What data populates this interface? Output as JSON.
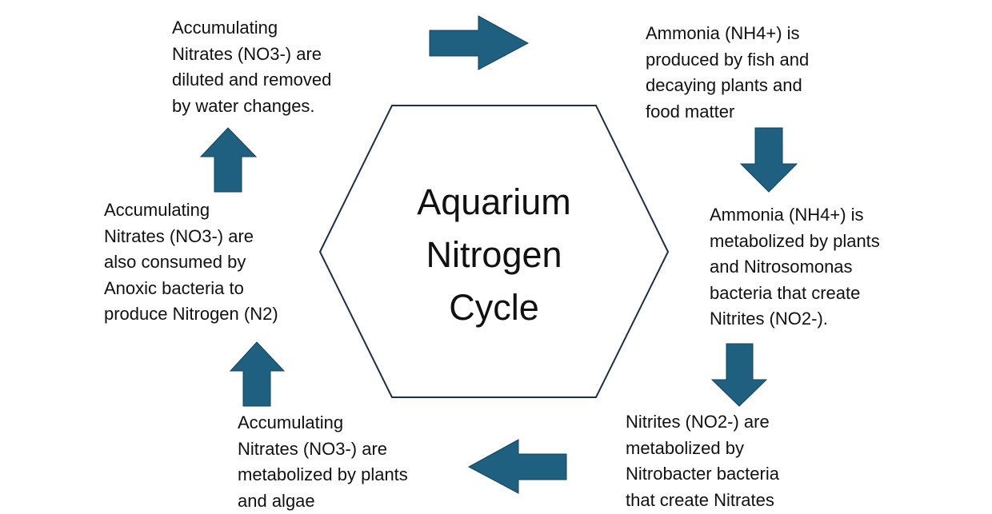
{
  "title": [
    "Aquarium",
    "Nitrogen",
    "Cycle"
  ],
  "arrow_color": "#1f5f7f",
  "steps": [
    {
      "lines": [
        "Ammonia (NH4+) is",
        "produced by fish and",
        "decaying plants and",
        "food matter"
      ]
    },
    {
      "lines": [
        "Ammonia (NH4+) is",
        "metabolized by plants",
        "and Nitrosomonas",
        "bacteria that create",
        "Nitrites (NO2-)."
      ]
    },
    {
      "lines": [
        "Nitrites (NO2-) are",
        "metabolized by",
        "Nitrobacter bacteria",
        "that create Nitrates"
      ]
    },
    {
      "lines": [
        "Accumulating",
        "Nitrates (NO3-) are",
        "metabolized by plants",
        "and algae"
      ]
    },
    {
      "lines": [
        "Accumulating",
        "Nitrates (NO3-) are",
        "also consumed by",
        "Anoxic bacteria to",
        "produce Nitrogen (N2)"
      ]
    },
    {
      "lines": [
        "Accumulating",
        "Nitrates (NO3-) are",
        "diluted and removed",
        "by water changes."
      ]
    }
  ]
}
